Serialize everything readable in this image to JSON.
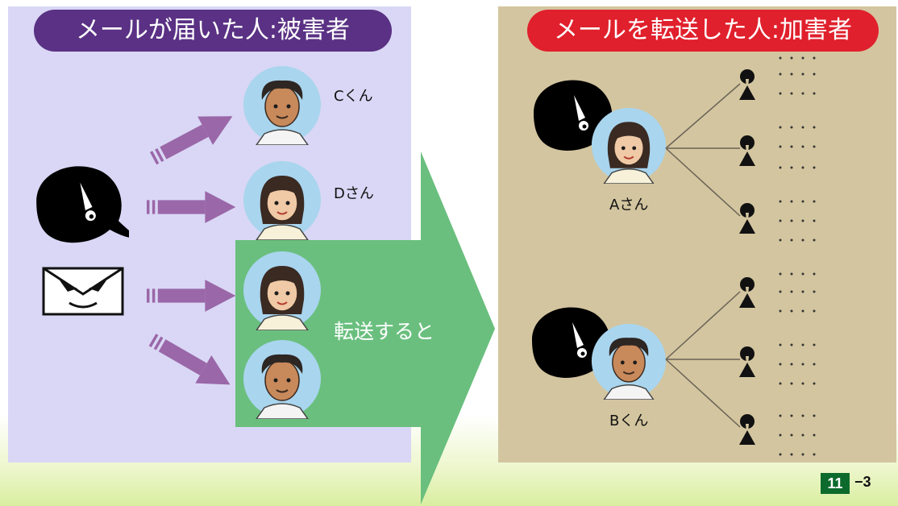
{
  "left_panel": {
    "title": "メールが届いた人:被害者"
  },
  "right_panel": {
    "title": "メールを転送した人:加害者"
  },
  "recipients": {
    "c_label": "Cくん",
    "d_label": "Dさん"
  },
  "forward_text": "転送すると",
  "forwarders": {
    "a_label": "Aさん",
    "b_label": "Bくん"
  },
  "page": {
    "number": "11",
    "sub": "−3"
  },
  "colors": {
    "left_panel_bg": "#d9d7f5",
    "right_panel_bg": "#d3c59f",
    "left_title_bg": "#5a3184",
    "right_title_bg": "#e0202c",
    "forward_arrow": "#6abf7e",
    "purple_arrows": "#9a67a8",
    "page_badge": "#0c6a2c"
  }
}
